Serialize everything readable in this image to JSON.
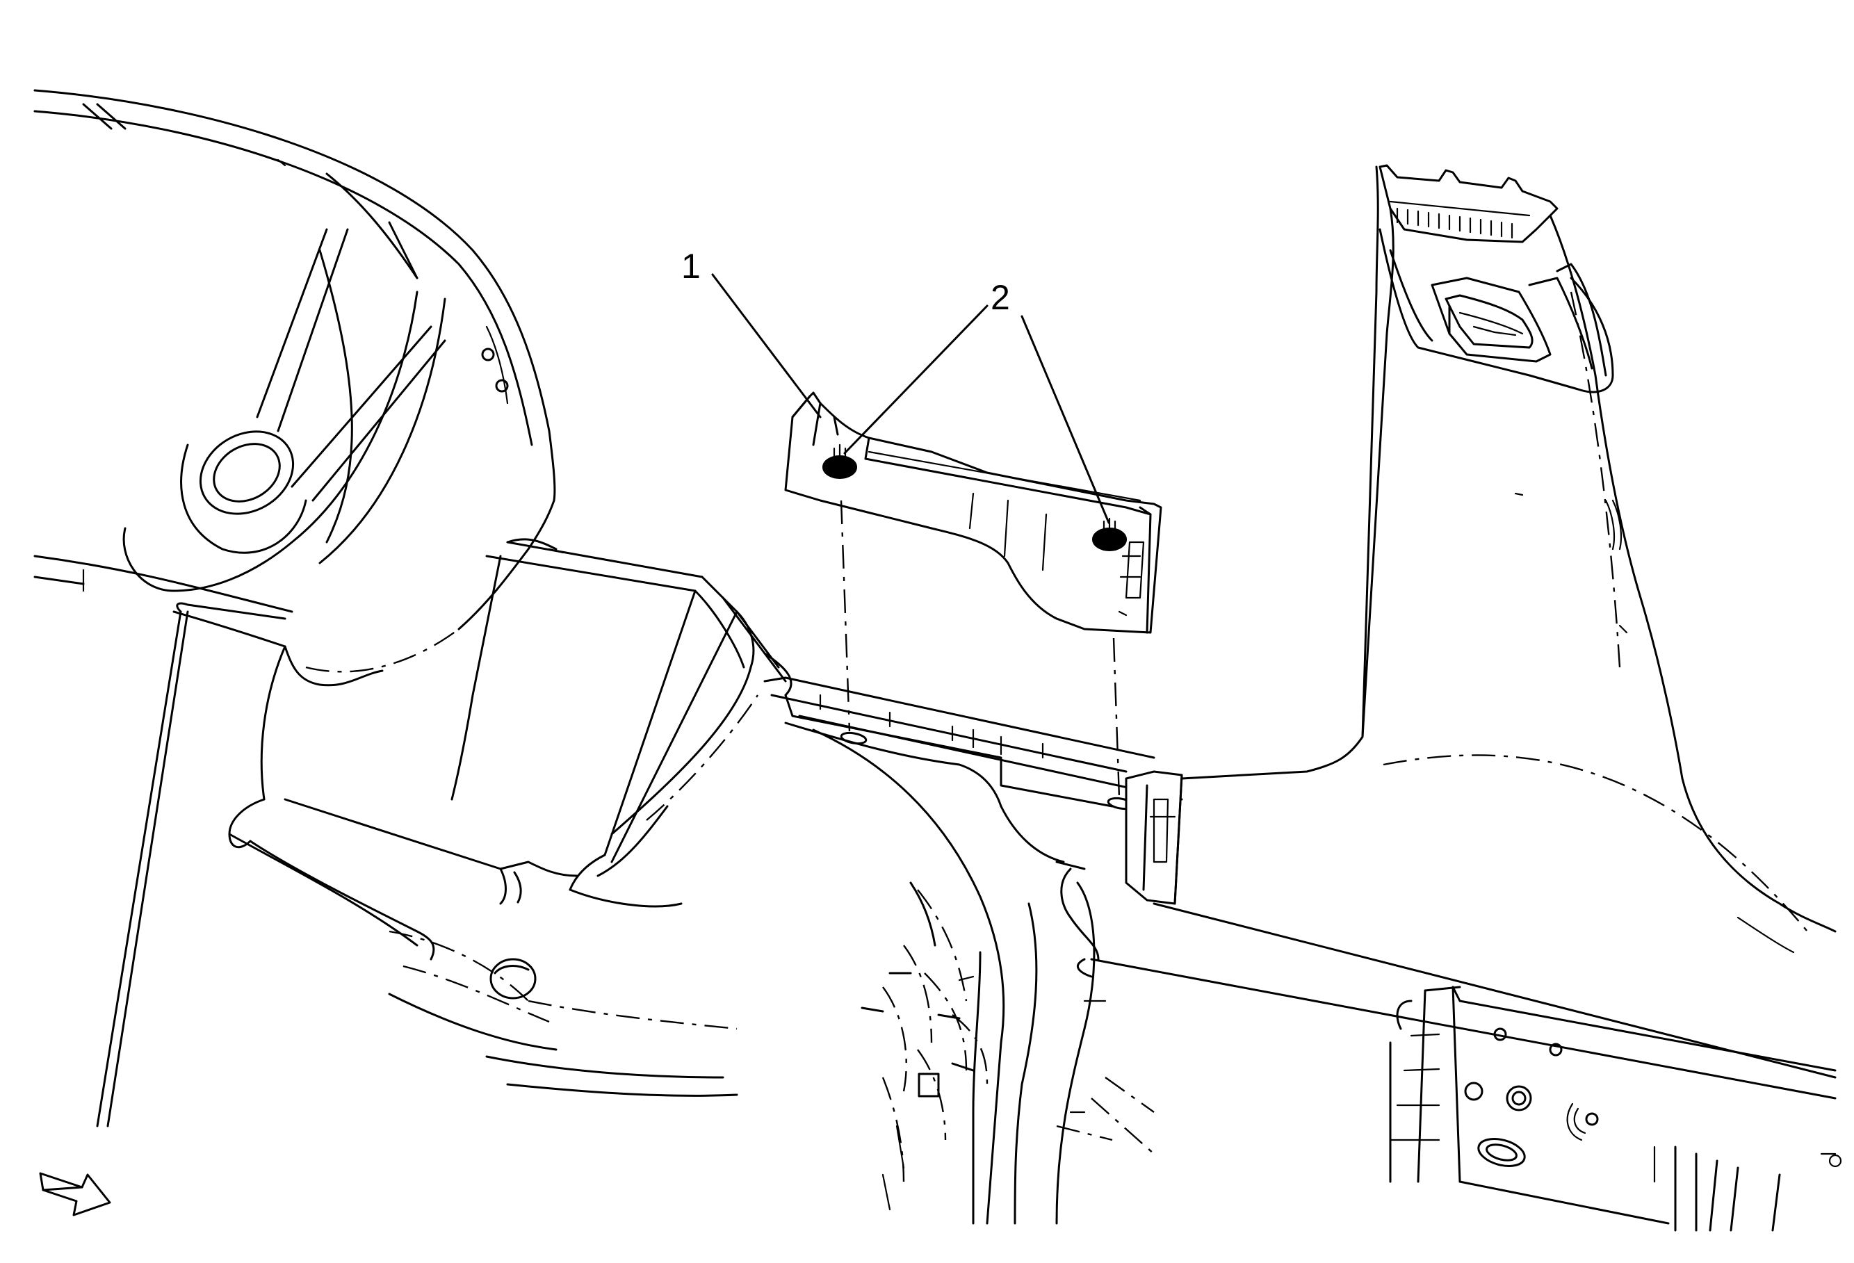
{
  "diagram": {
    "callouts": [
      {
        "id": "callout-1",
        "label": "1"
      },
      {
        "id": "callout-2",
        "label": "2"
      }
    ],
    "icons": {
      "direction_arrow": "front-direction-arrow-icon"
    }
  }
}
